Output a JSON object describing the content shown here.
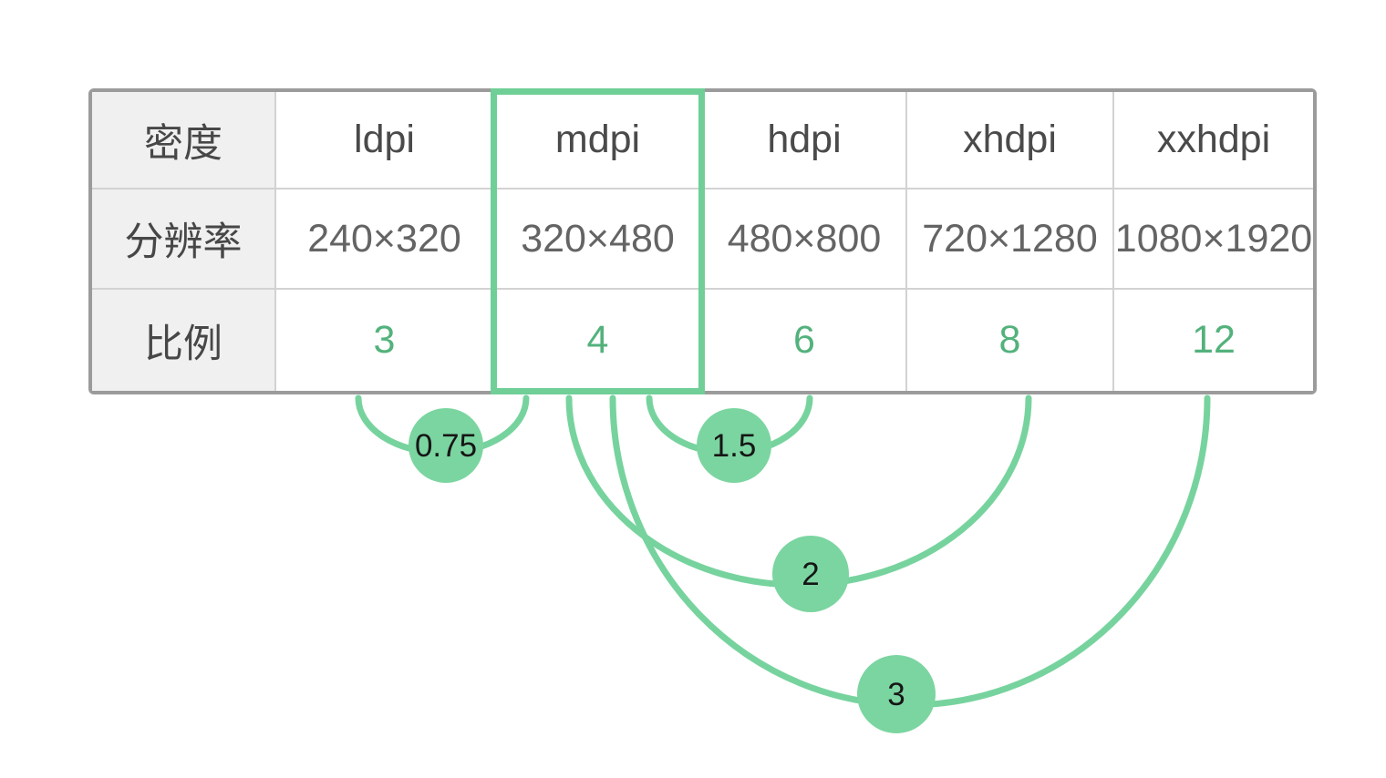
{
  "table": {
    "highlighted_column": "mdpi",
    "rows": [
      {
        "label": "密度",
        "values": [
          "ldpi",
          "mdpi",
          "hdpi",
          "xhdpi",
          "xxhdpi"
        ]
      },
      {
        "label": "分辨率",
        "values": [
          "240×320",
          "320×480",
          "480×800",
          "720×1280",
          "1080×1920"
        ]
      },
      {
        "label": "比例",
        "values": [
          "3",
          "4",
          "6",
          "8",
          "12"
        ]
      }
    ]
  },
  "scale_factors": [
    {
      "label": "0.75",
      "from": "mdpi",
      "to": "ldpi"
    },
    {
      "label": "1.5",
      "from": "mdpi",
      "to": "hdpi"
    },
    {
      "label": "2",
      "from": "mdpi",
      "to": "xhdpi"
    },
    {
      "label": "3",
      "from": "mdpi",
      "to": "xxhdpi"
    }
  ],
  "colors": {
    "highlight_border_green": "#6FCF97",
    "arc_green": "#77D39E",
    "circle_fill_green": "#7BD5A0",
    "ratio_text_green": "#53B27C",
    "table_outer_border": "#9B9B9B",
    "cell_border": "#D2D2D2",
    "label_column_bg": "#F0F0F0",
    "text_dark": "#4A4A4A",
    "text_gray": "#646464"
  }
}
